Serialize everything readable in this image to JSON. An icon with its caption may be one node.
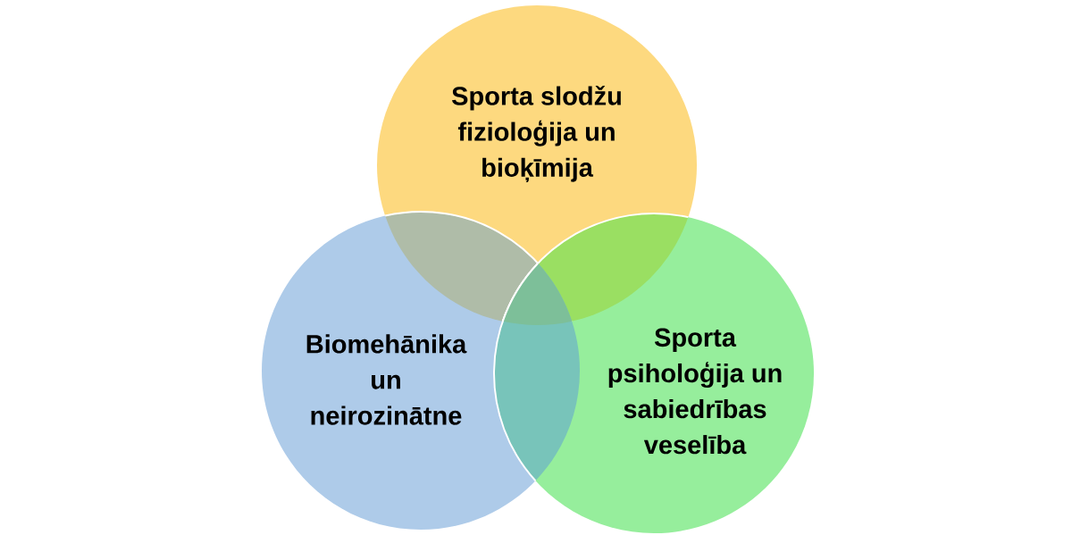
{
  "diagram": {
    "nodes": [
      {
        "text": [
          "Sporta slodžu fizioloģija un bioķīmija"
        ]
      },
      {
        "text": [
          "Biomehānika un neirozinātne"
        ]
      },
      {
        "text": [
          "Sporta psiholoģija un sabiedrības veselība"
        ]
      }
    ]
  }
}
